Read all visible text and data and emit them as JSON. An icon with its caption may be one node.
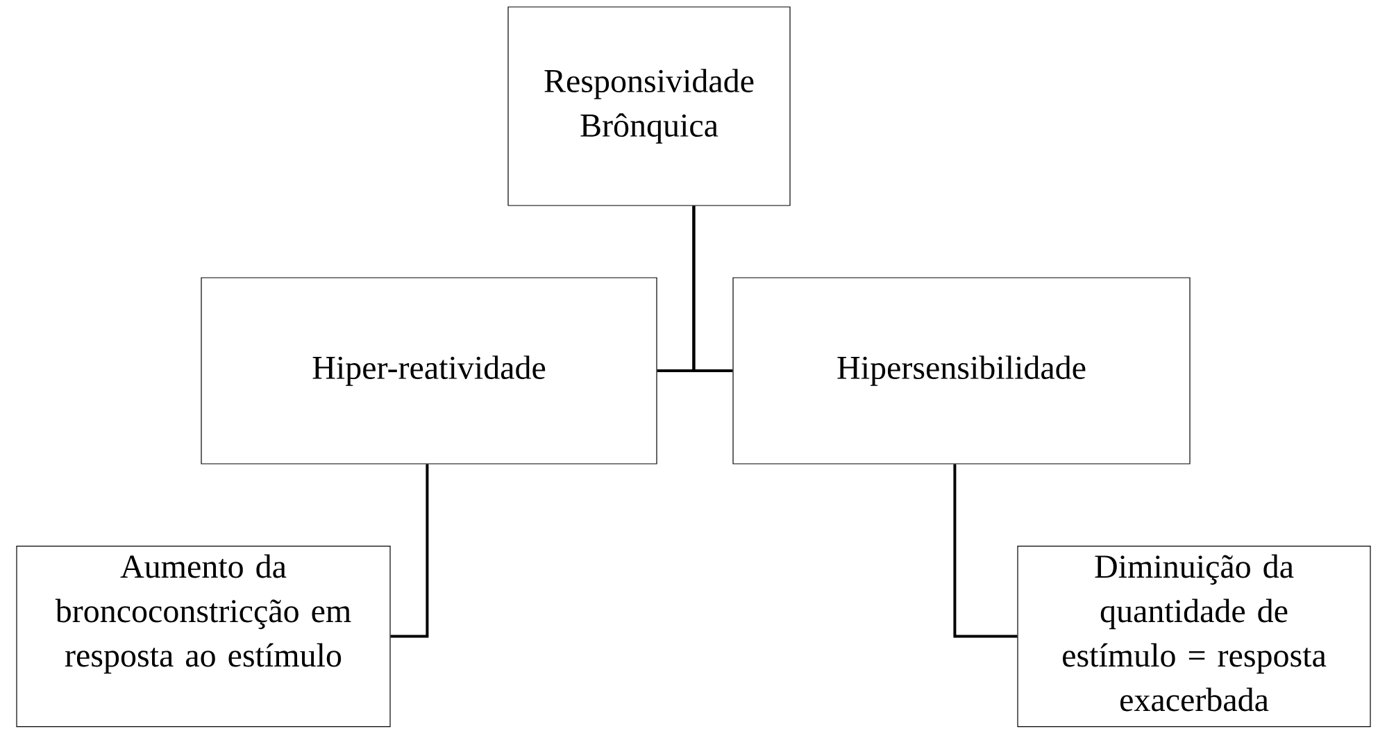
{
  "diagram": {
    "nodes": [
      {
        "text": [
          "Responsividade Brônquica"
        ]
      },
      {
        "text": [
          "Hiper-reatividade"
        ]
      },
      {
        "text": [
          "Hipersensibilidade"
        ]
      },
      {
        "text": [
          "Aumento da broncoconstricção em resposta ao estímulo"
        ]
      },
      {
        "text": [
          "Diminuição da quantidade de estímulo = resposta exacerbada"
        ]
      }
    ],
    "edges": [
      {
        "from": 0,
        "to": 1,
        "arrow": "none"
      },
      {
        "from": 0,
        "to": 2,
        "arrow": "none"
      },
      {
        "from": 1,
        "to": 3,
        "arrow": "none"
      },
      {
        "from": 2,
        "to": 4,
        "arrow": "none"
      }
    ]
  }
}
